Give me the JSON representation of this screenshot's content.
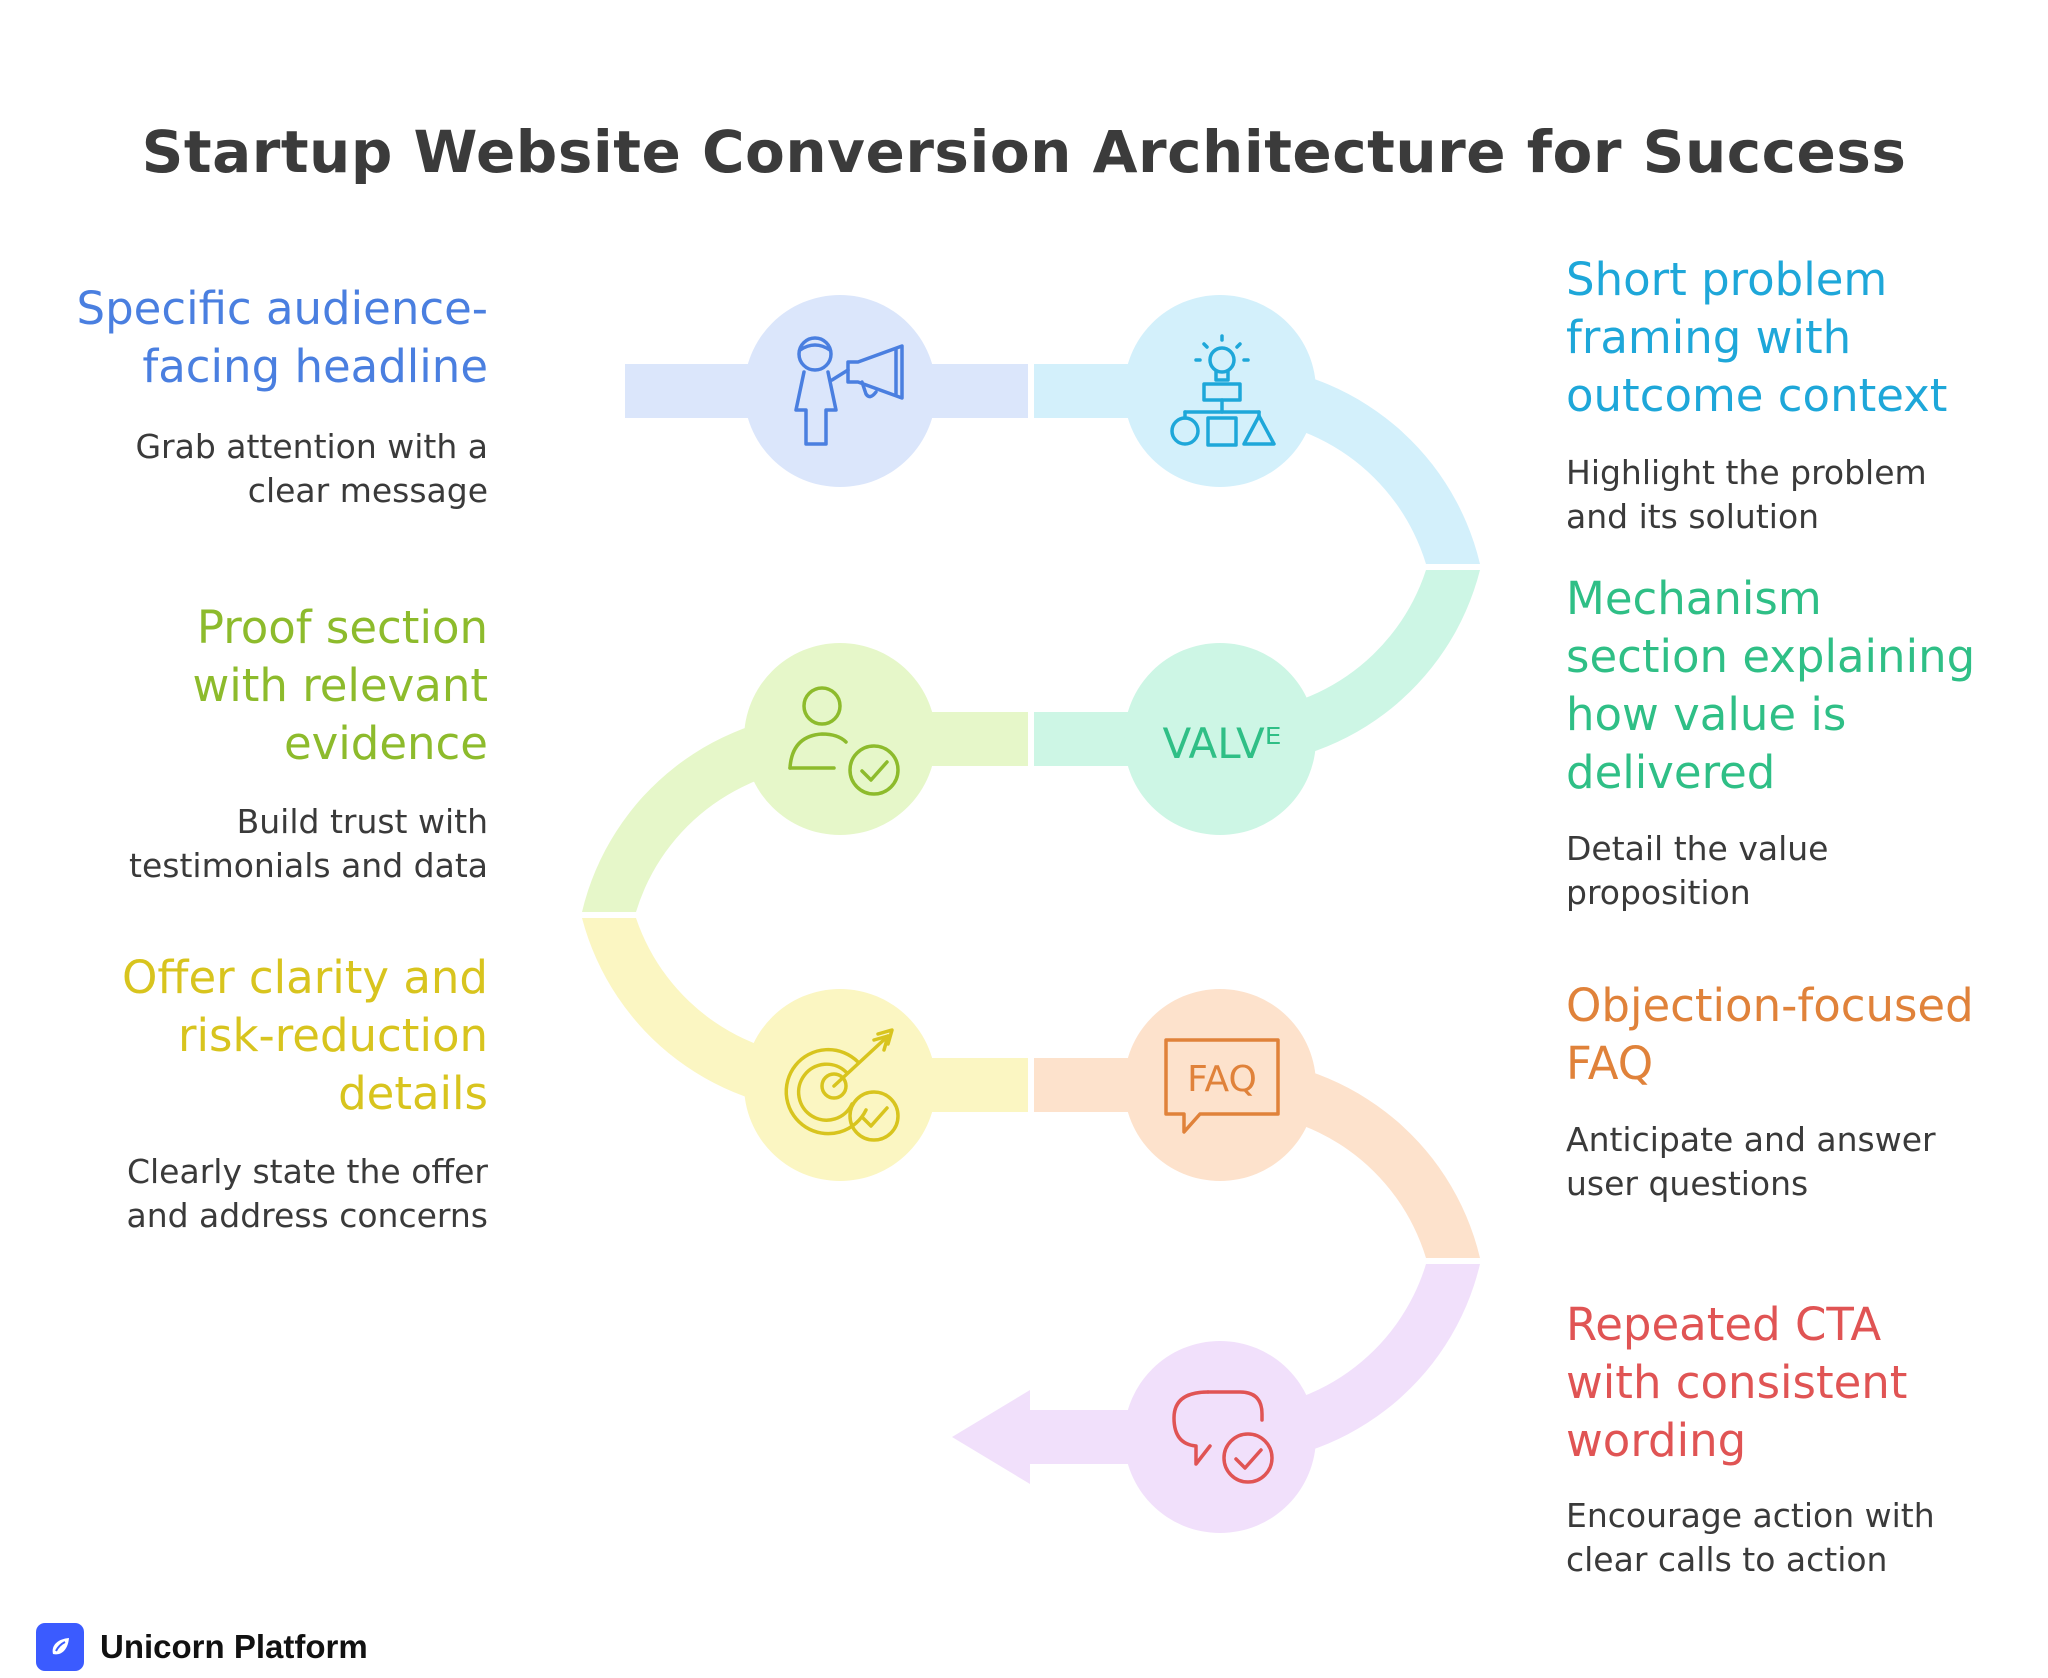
{
  "title": "Startup Website Conversion Architecture for Success",
  "steps": [
    {
      "title": "Specific audience-facing headline",
      "title_lines": [
        "Specific audience-",
        "facing headline"
      ],
      "description_lines": [
        "Grab attention with a",
        "clear message"
      ],
      "color": "#4a7fe0",
      "fill": "#dbe6fb",
      "icon": "megaphone-person-icon"
    },
    {
      "title": "Short problem framing with outcome context",
      "title_lines": [
        "Short problem",
        "framing with",
        "outcome context"
      ],
      "description_lines": [
        "Highlight the problem",
        "and its solution"
      ],
      "color": "#1ea7d9",
      "fill": "#d3f0fb",
      "icon": "lightbulb-shapes-icon"
    },
    {
      "title": "Mechanism section explaining how value is delivered",
      "title_lines": [
        "Mechanism",
        "section explaining",
        "how value is",
        "delivered"
      ],
      "description_lines": [
        "Detail the value",
        "proposition"
      ],
      "color": "#2fbf86",
      "fill": "#cdf6e5",
      "icon": "valve-text-icon",
      "icon_text": "VALVᴱ"
    },
    {
      "title": "Proof section with relevant evidence",
      "title_lines": [
        "Proof section",
        "with relevant",
        "evidence"
      ],
      "description_lines": [
        "Build trust with",
        "testimonials and data"
      ],
      "color": "#8dbb2c",
      "fill": "#e6f7c9",
      "icon": "verified-user-icon"
    },
    {
      "title": "Offer clarity and risk-reduction details",
      "title_lines": [
        "Offer clarity and",
        "risk-reduction",
        "details"
      ],
      "description_lines": [
        "Clearly state the offer",
        "and address concerns"
      ],
      "color": "#d8c41e",
      "fill": "#fbf6c2",
      "icon": "target-check-icon"
    },
    {
      "title": "Objection-focused FAQ",
      "title_lines": [
        "Objection-focused",
        "FAQ"
      ],
      "description_lines": [
        "Anticipate and answer",
        "user questions"
      ],
      "color": "#e0823a",
      "fill": "#fde2cc",
      "icon": "faq-bubble-icon",
      "icon_text": "FAQ"
    },
    {
      "title": "Repeated CTA with consistent wording",
      "title_lines": [
        "Repeated CTA",
        "with consistent",
        "wording"
      ],
      "description_lines": [
        "Encourage action with",
        "clear calls to action"
      ],
      "color": "#e05454",
      "fill": "#f1e0fb",
      "icon": "chat-check-icon"
    }
  ],
  "brand": {
    "name": "Unicorn Platform",
    "color": "#3b5bff"
  }
}
